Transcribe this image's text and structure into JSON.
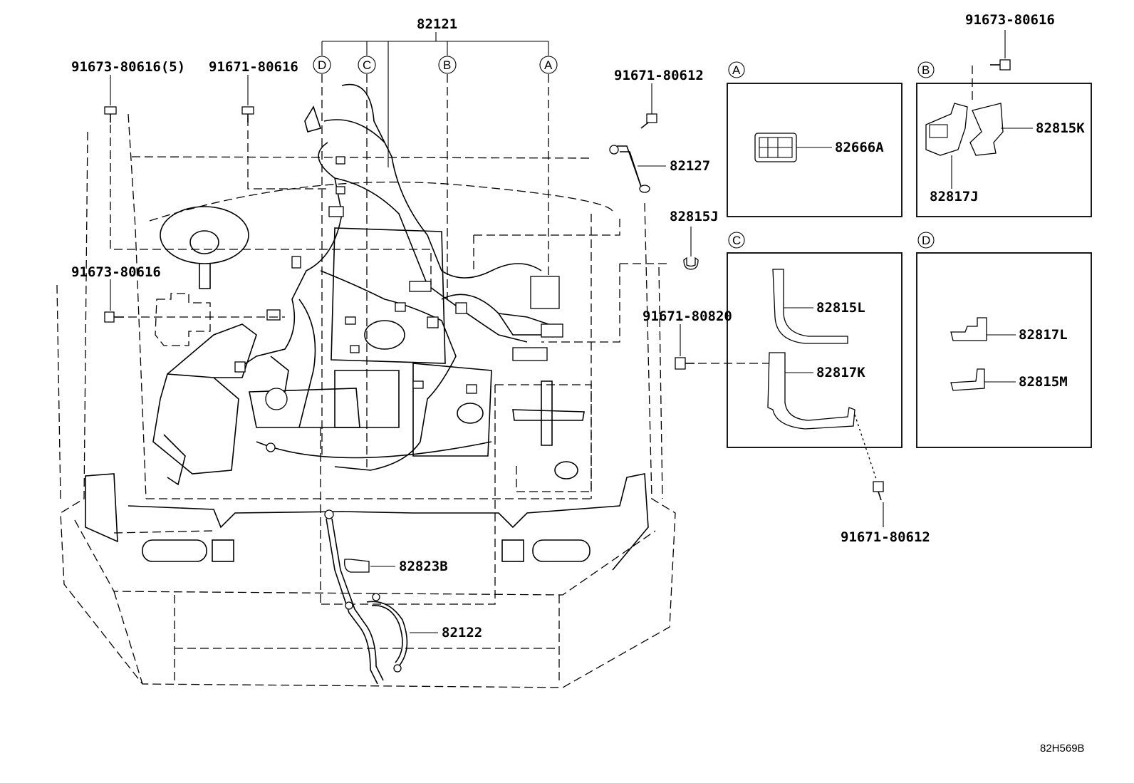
{
  "callouts": {
    "harness_main": "82121",
    "bolt_left_top": "91673-80616(5)",
    "bolt_left_mid": "91671-80616",
    "bolt_left_low": "91673-80616",
    "bolt_ground": "91671-80612",
    "ground_wire": "82127",
    "clamp_j": "82815J",
    "bolt_right": "91671-80820",
    "protector_b": "82823B",
    "battery_cable": "82122",
    "bolt_b_box": "91673-80616",
    "bolt_c_box": "91671-80612"
  },
  "detail_boxes": {
    "A": {
      "letter": "A",
      "parts": [
        "82666A"
      ]
    },
    "B": {
      "letter": "B",
      "parts": [
        "82815K",
        "82817J"
      ]
    },
    "C": {
      "letter": "C",
      "parts": [
        "82815L",
        "82817K"
      ]
    },
    "D": {
      "letter": "D",
      "parts": [
        "82817L",
        "82815M"
      ]
    }
  },
  "harness_branches": [
    "D",
    "C",
    "B",
    "A"
  ],
  "reference_code": "82H569B"
}
